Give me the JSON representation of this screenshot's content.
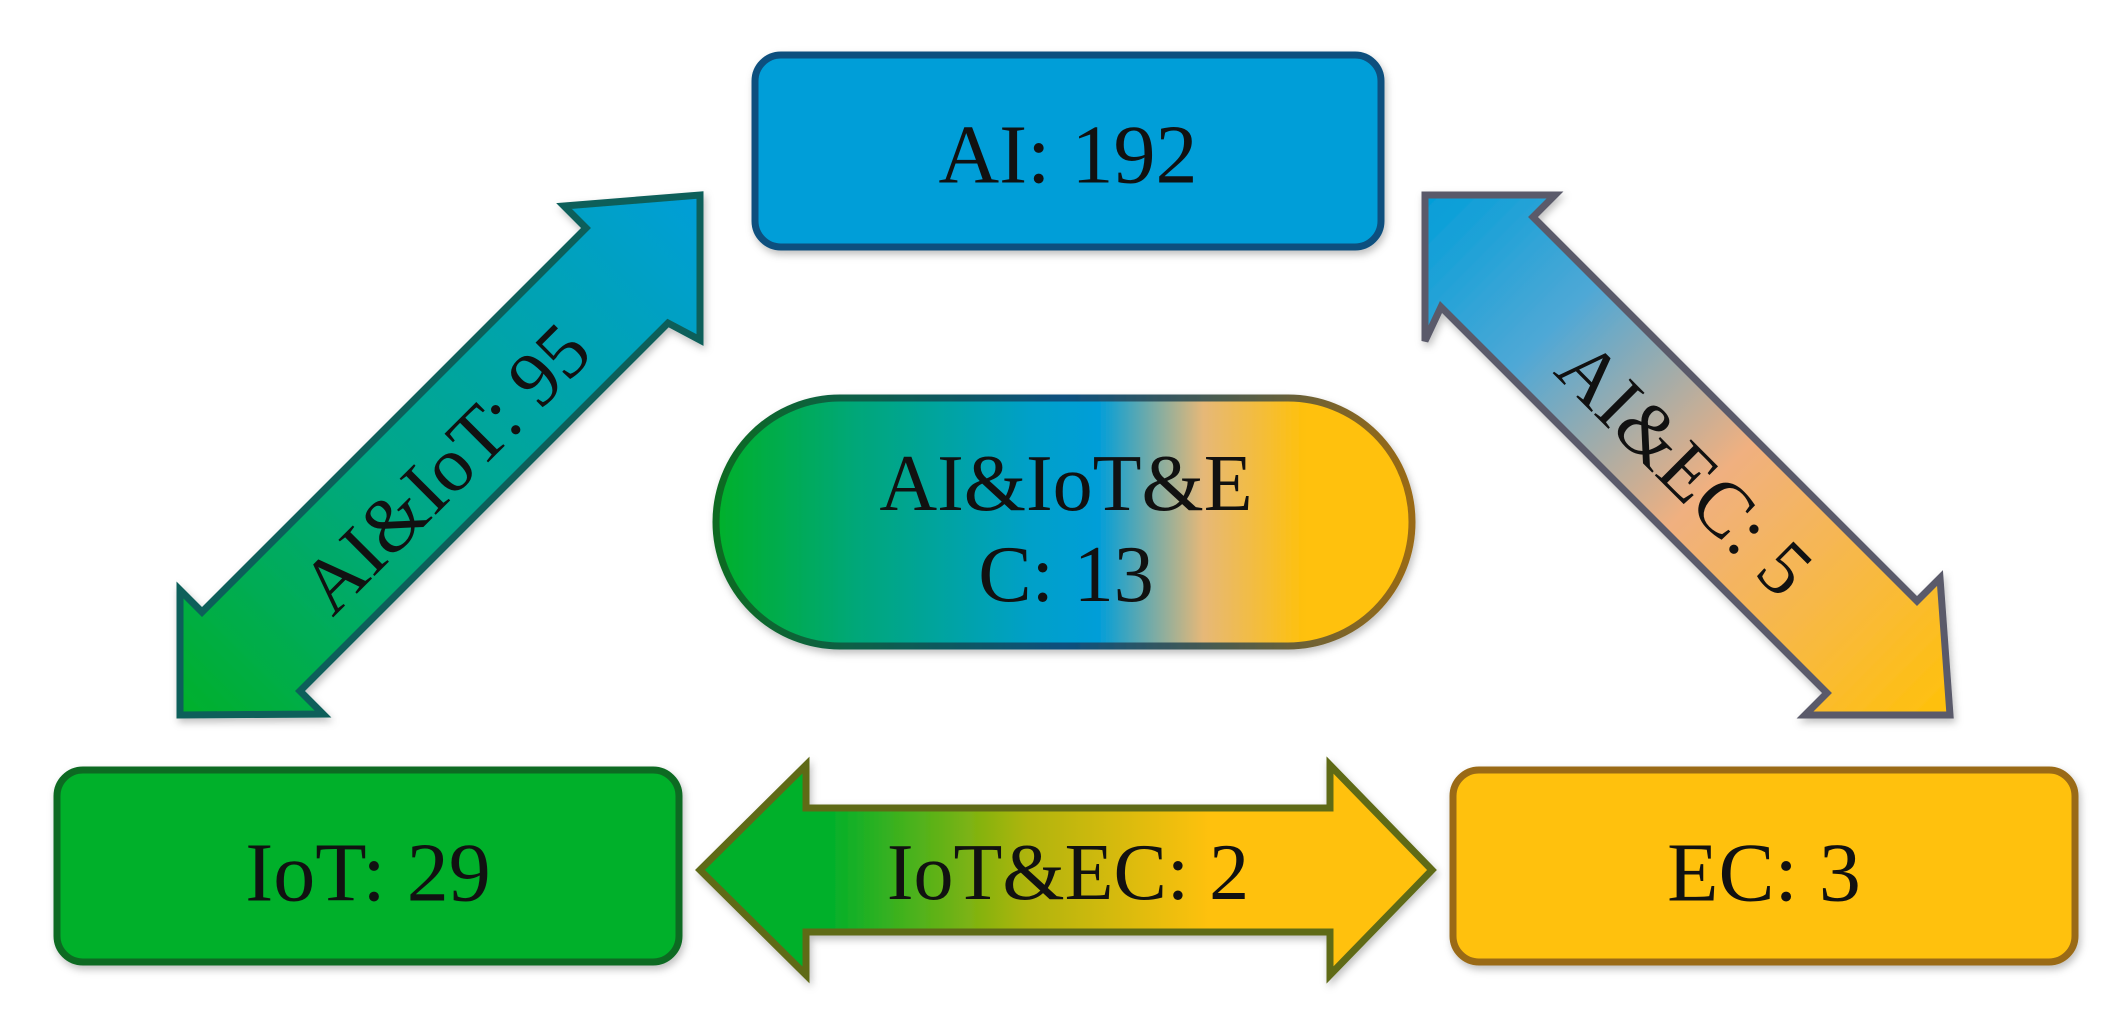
{
  "colors": {
    "ai": "#029ED8",
    "ai_border": "#0B4F7E",
    "iot": "#03B02A",
    "iot_border": "#0B6A22",
    "ec": "#FFC108",
    "ec_border": "#9A6A14",
    "ai_ec_mid": "#F0B080",
    "text": "#111111"
  },
  "boxes": {
    "ai": "AI: 192",
    "iot": "IoT: 29",
    "ec": "EC: 3"
  },
  "center": {
    "line1": "AI&IoT&E",
    "line2": "C: 13"
  },
  "arrows": {
    "ai_iot": "AI&IoT: 95",
    "ai_ec": "AI&EC: 5",
    "iot_ec": "IoT&EC: 2"
  }
}
